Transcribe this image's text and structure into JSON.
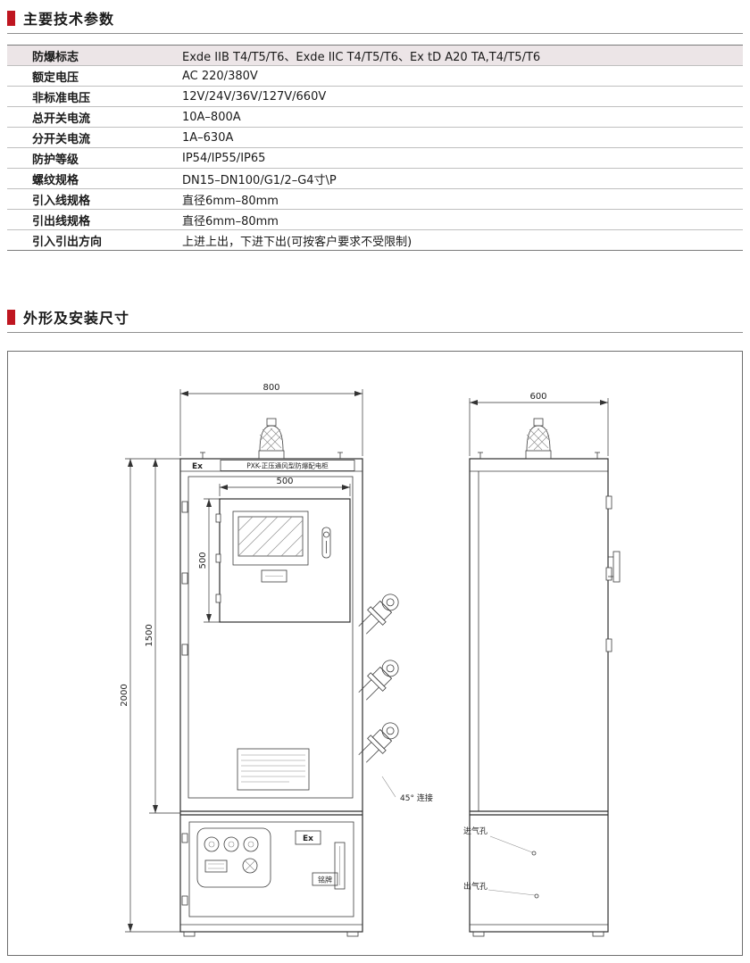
{
  "sections": {
    "params_title": "主要技术参数",
    "dimensions_title": "外形及安装尺寸"
  },
  "params_table": {
    "rows": [
      {
        "label": "防爆标志",
        "value": "Exde IIB T4/T5/T6、Exde IIC T4/T5/T6、Ex tD A20 TA,T4/T5/T6"
      },
      {
        "label": "额定电压",
        "value": "AC 220/380V"
      },
      {
        "label": "非标准电压",
        "value": "12V/24V/36V/127V/660V"
      },
      {
        "label": "总开关电流",
        "value": "10A–800A"
      },
      {
        "label": "分开关电流",
        "value": "1A–630A"
      },
      {
        "label": "防护等级",
        "value": "IP54/IP55/IP65"
      },
      {
        "label": "螺纹规格",
        "value": "DN15–DN100/G1/2–G4寸\\P"
      },
      {
        "label": "引入线规格",
        "value": "直径6mm–80mm"
      },
      {
        "label": "引出线规格",
        "value": "直径6mm–80mm"
      },
      {
        "label": "引入引出方向",
        "value": "上进上出，下进下出(可按客户要求不受限制)"
      }
    ]
  },
  "drawing": {
    "front": {
      "width_dim": "800",
      "total_height_dim": "2000",
      "upper_height_dim": "1500",
      "window_width_dim": "500",
      "window_height_dim": "500",
      "ex_marking": "Ex",
      "header_title": "PXK-正压通风型防爆配电柜",
      "ex_marking_lower": "Ex",
      "nameplate_label": "铭牌",
      "connection_label": "45° 连接"
    },
    "side": {
      "width_dim": "600",
      "air_inlet_label": "进气孔",
      "air_outlet_label": "出气孔"
    }
  },
  "colors": {
    "accent_red": "#bf1620"
  }
}
